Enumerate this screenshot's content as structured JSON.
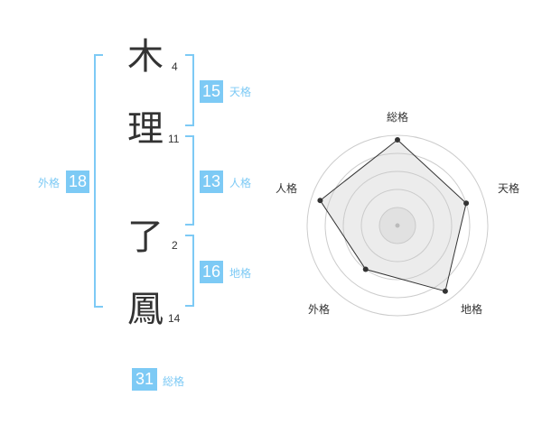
{
  "name": {
    "chars": [
      {
        "kanji": "木",
        "strokes": "4"
      },
      {
        "kanji": "理",
        "strokes": "11"
      },
      {
        "kanji": "了",
        "strokes": "2"
      },
      {
        "kanji": "鳳",
        "strokes": "14"
      }
    ]
  },
  "fortunes": {
    "tenkaku": {
      "value": "15",
      "label": "天格"
    },
    "jinkaku": {
      "value": "13",
      "label": "人格"
    },
    "chikaku": {
      "value": "16",
      "label": "地格"
    },
    "gaikaku": {
      "value": "18",
      "label": "外格"
    },
    "soukaku": {
      "value": "31",
      "label": "総格"
    }
  },
  "colors": {
    "accent": "#7dcaf5",
    "text": "#333333",
    "grid": "#cccccc",
    "fill": "#eeeeee"
  },
  "chart_data": {
    "type": "radar",
    "axes": [
      "総格",
      "天格",
      "地格",
      "外格",
      "人格"
    ],
    "rings": 5,
    "values": [
      0.95,
      0.8,
      0.9,
      0.6,
      0.9
    ],
    "grid": true
  }
}
